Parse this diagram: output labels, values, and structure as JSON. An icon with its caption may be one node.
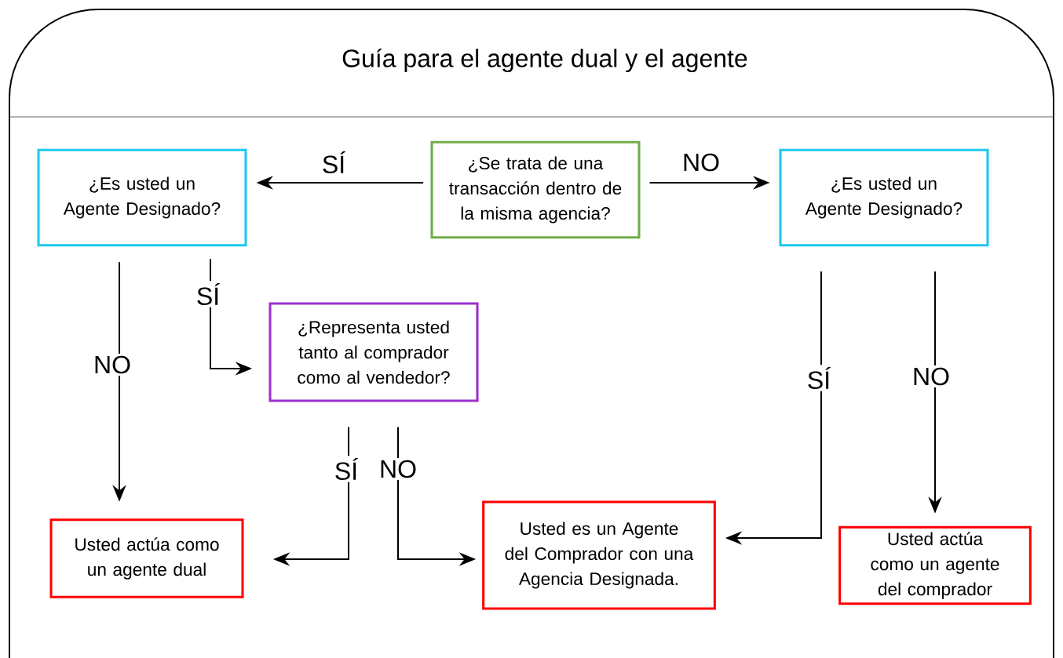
{
  "diagram": {
    "title": "Guía para el agente dual y el agente",
    "nodes": [
      {
        "text": [
          "¿Se trata de una transacción dentro de la misma agencia?"
        ]
      },
      {
        "text": [
          "¿Es usted un Agente Designado?"
        ]
      },
      {
        "text": [
          "¿Es usted un Agente Designado?"
        ]
      },
      {
        "text": [
          "¿Representa usted tanto al comprador como al vendedor?"
        ]
      },
      {
        "text": [
          "Usted actúa como un agente dual"
        ]
      },
      {
        "text": [
          "Usted es un Agente del Comprador con una Agencia Designada."
        ]
      },
      {
        "text": [
          "Usted actúa como un agente del comprador"
        ]
      }
    ],
    "edges": [
      {
        "from": 0,
        "to": 1,
        "arrow": "to",
        "label": "SÍ"
      },
      {
        "from": 0,
        "to": 2,
        "arrow": "to",
        "label": "NO"
      },
      {
        "from": 1,
        "to": 4,
        "arrow": "to",
        "label": "NO"
      },
      {
        "from": 1,
        "to": 3,
        "arrow": "to",
        "label": "SÍ"
      },
      {
        "from": 3,
        "to": 4,
        "arrow": "to",
        "label": "SÍ"
      },
      {
        "from": 3,
        "to": 5,
        "arrow": "to",
        "label": "NO"
      },
      {
        "from": 2,
        "to": 5,
        "arrow": "to",
        "label": "SÍ"
      },
      {
        "from": 2,
        "to": 6,
        "arrow": "to",
        "label": "NO"
      }
    ]
  }
}
